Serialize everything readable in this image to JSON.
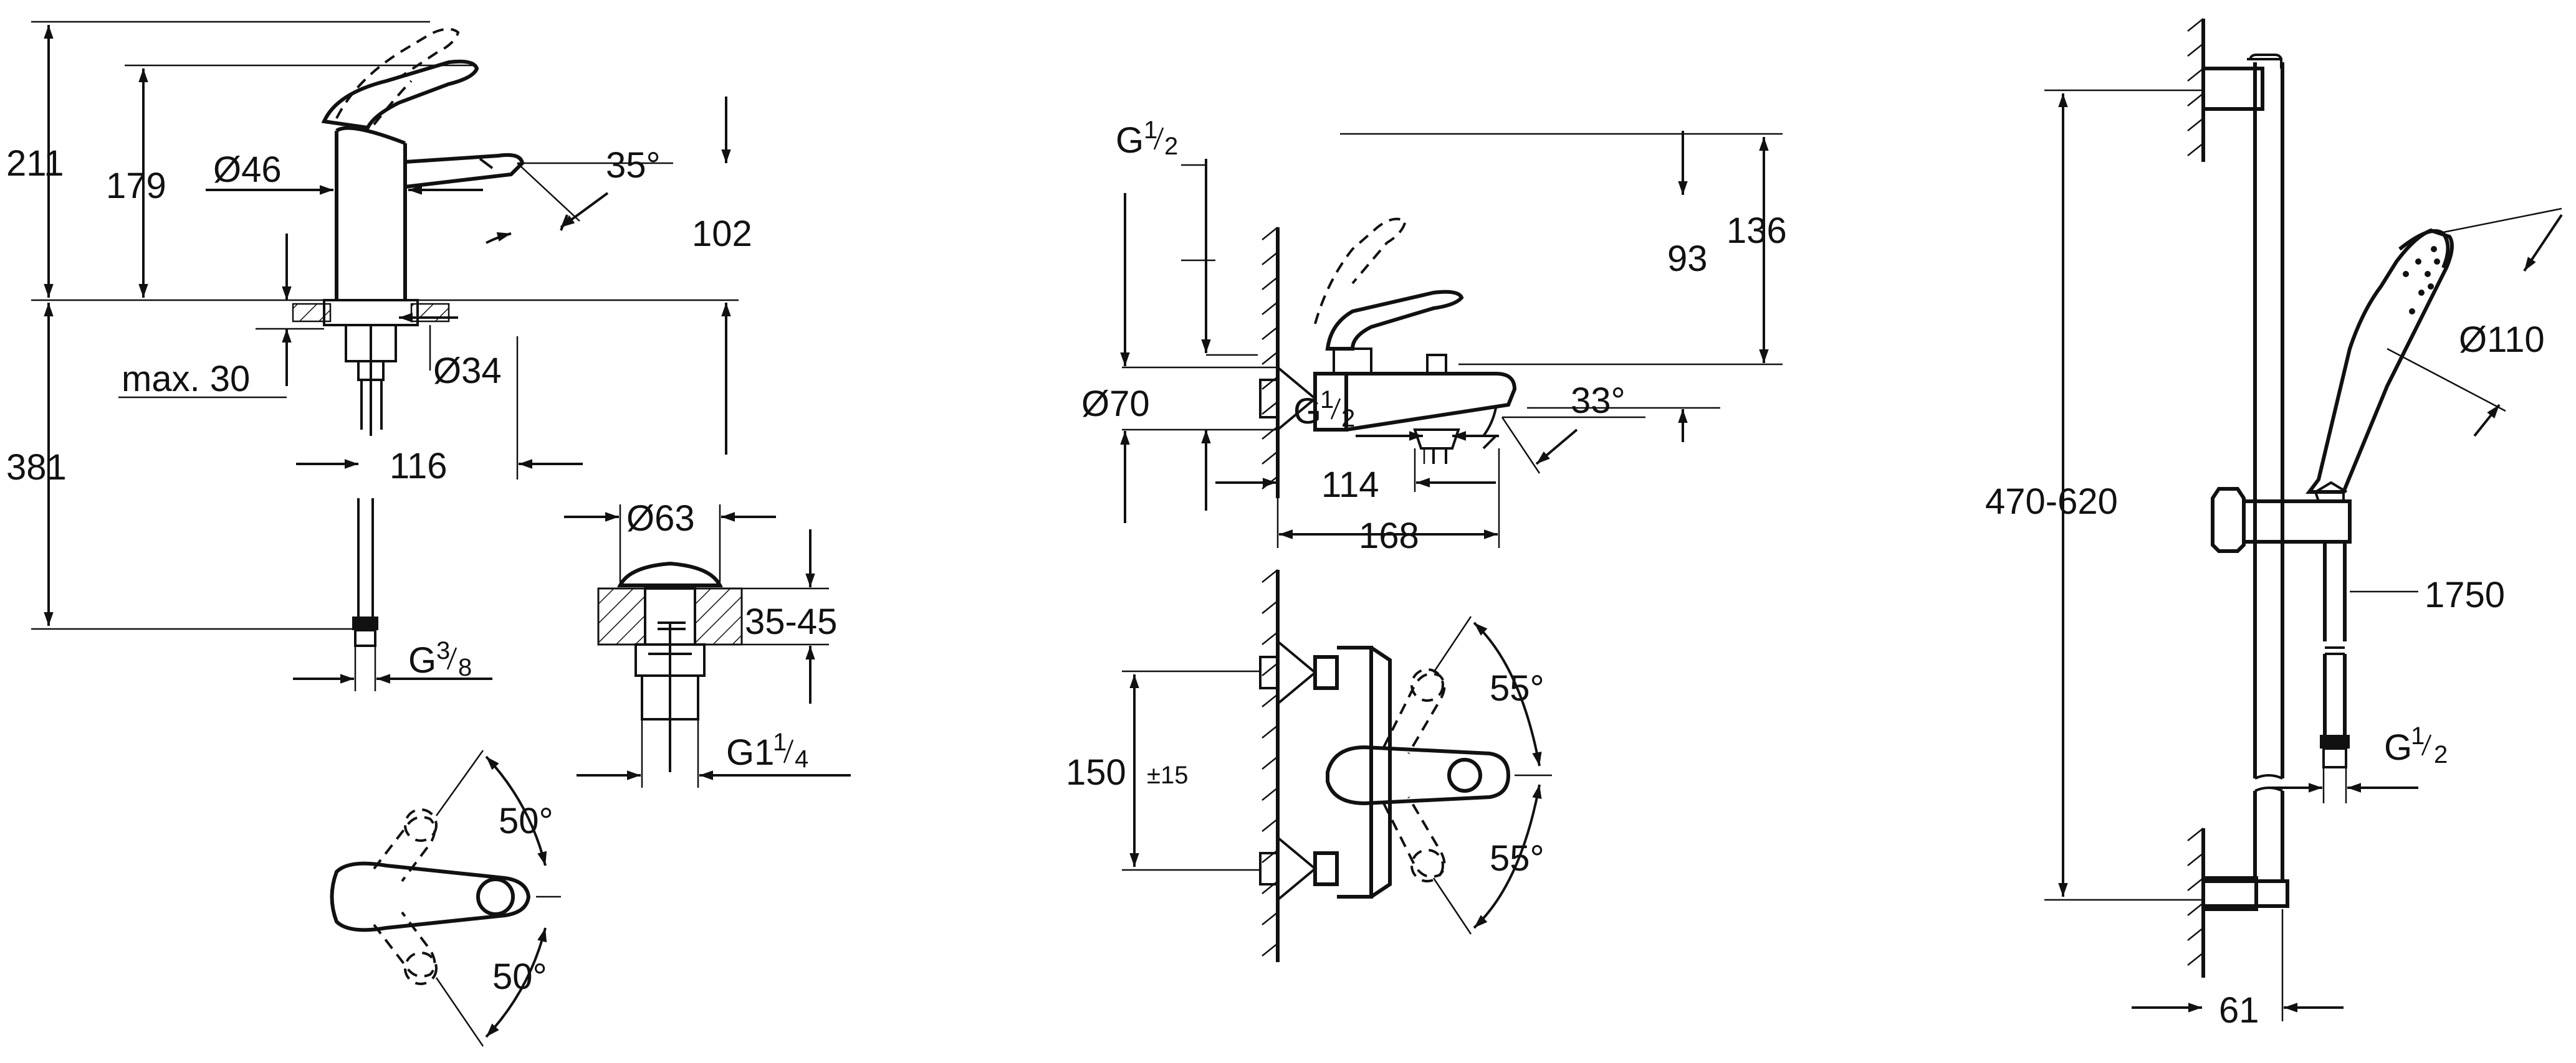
{
  "basin_mixer": {
    "front_view": {
      "dim_211": "211",
      "dim_179": "179",
      "dim_dia46": "Ø46",
      "dim_35deg": "35°",
      "dim_102": "102",
      "dim_dia34": "Ø34",
      "dim_max30": "max. 30",
      "dim_381": "381",
      "dim_116": "116",
      "dim_g38_main": "G",
      "dim_g38_num": "3",
      "dim_g38_den": "8"
    },
    "waste": {
      "dim_dia63": "Ø63",
      "dim_35_45": "35-45",
      "dim_g114_main": "G1",
      "dim_g114_num": "1",
      "dim_g114_den": "4"
    },
    "top_view": {
      "angle_upper": "50°",
      "angle_lower": "50°"
    }
  },
  "bath_mixer": {
    "side_view": {
      "dim_g12_top_main": "G",
      "dim_g12_top_num": "1",
      "dim_g12_top_den": "2",
      "dim_dia70": "Ø70",
      "dim_93": "93",
      "dim_136": "136",
      "dim_33deg": "33°",
      "dim_g12_bottom_main": "G",
      "dim_g12_bottom_num": "1",
      "dim_g12_bottom_den": "2",
      "dim_114": "114",
      "dim_168": "168"
    },
    "top_view": {
      "dim_150": "150",
      "dim_tolerance": "±15",
      "angle_upper": "55°",
      "angle_lower": "55°"
    }
  },
  "shower_rail": {
    "dim_dia110": "Ø110",
    "dim_470_620": "470-620",
    "dim_1750": "1750",
    "dim_g12_main": "G",
    "dim_g12_num": "1",
    "dim_g12_den": "2",
    "dim_61": "61"
  }
}
